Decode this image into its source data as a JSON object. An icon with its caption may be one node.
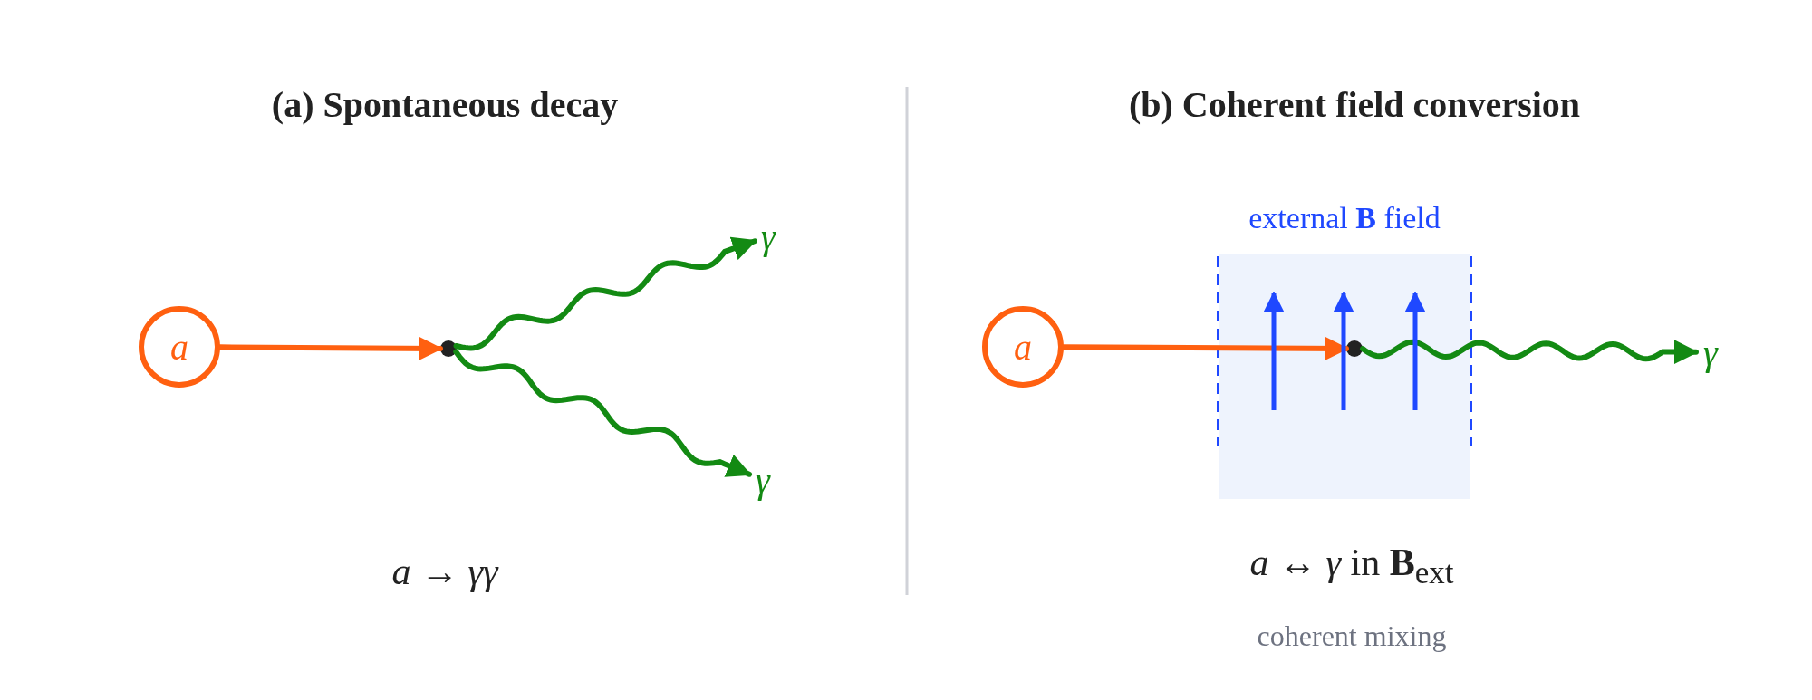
{
  "diagram": {
    "nodes": [
      {
        "text": [
          "a"
        ]
      },
      {
        "text": [],
        "shape": "circle"
      },
      {
        "text": [
          "γ"
        ]
      },
      {
        "text": [
          "γ"
        ]
      },
      {
        "text": [
          "a"
        ]
      },
      {
        "text": [
          "external **B** field"
        ]
      },
      {
        "text": [],
        "shape": "circle",
        "in": 5
      },
      {
        "text": [
          "γ"
        ]
      }
    ],
    "edges": [
      {
        "from": 0,
        "to": 1,
        "arrow": "to",
        "color": "#ff6010"
      },
      {
        "from": 1,
        "to": 2,
        "arrow": "to"
      },
      {
        "from": 1,
        "to": 3,
        "arrow": "to"
      },
      {
        "from": 4,
        "to": 6,
        "arrow": "to",
        "color": "#ff6010"
      },
      {
        "from": 6,
        "to": 7,
        "arrow": "to"
      }
    ],
    "labels": [
      "(a) Spontaneous decay",
      "(b) Coherent field conversion",
      "*a* → *γγ*",
      "*a* ↔ *γ* in **B**$_{ext}$",
      "coherent mixing"
    ]
  }
}
